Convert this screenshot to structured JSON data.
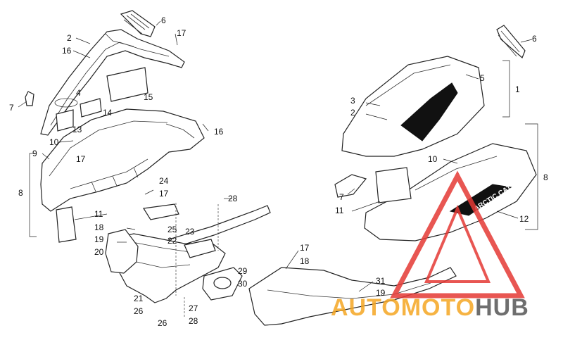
{
  "callouts": [
    {
      "id": "c6a",
      "text": "6"
    },
    {
      "id": "c17a",
      "text": "17"
    },
    {
      "id": "c2a",
      "text": "2"
    },
    {
      "id": "c16a",
      "text": "16"
    },
    {
      "id": "c4",
      "text": "4"
    },
    {
      "id": "c15",
      "text": "15"
    },
    {
      "id": "c7a",
      "text": "7"
    },
    {
      "id": "c14",
      "text": "14"
    },
    {
      "id": "c13",
      "text": "13"
    },
    {
      "id": "c16b",
      "text": "16"
    },
    {
      "id": "c10a",
      "text": "10"
    },
    {
      "id": "c9",
      "text": "9"
    },
    {
      "id": "c17b",
      "text": "17"
    },
    {
      "id": "c8a",
      "text": "8"
    },
    {
      "id": "c24",
      "text": "24"
    },
    {
      "id": "c17c",
      "text": "17"
    },
    {
      "id": "c28a",
      "text": "28"
    },
    {
      "id": "c11a",
      "text": "11"
    },
    {
      "id": "c18a",
      "text": "18"
    },
    {
      "id": "c25",
      "text": "25"
    },
    {
      "id": "c23",
      "text": "23"
    },
    {
      "id": "c19a",
      "text": "19"
    },
    {
      "id": "c22",
      "text": "22"
    },
    {
      "id": "c20",
      "text": "20"
    },
    {
      "id": "c29",
      "text": "29"
    },
    {
      "id": "c30",
      "text": "30"
    },
    {
      "id": "c21",
      "text": "21"
    },
    {
      "id": "c26a",
      "text": "26"
    },
    {
      "id": "c27",
      "text": "27"
    },
    {
      "id": "c26b",
      "text": "26"
    },
    {
      "id": "c28b",
      "text": "28"
    },
    {
      "id": "c6b",
      "text": "6"
    },
    {
      "id": "c5",
      "text": "5"
    },
    {
      "id": "c1",
      "text": "1"
    },
    {
      "id": "c3",
      "text": "3"
    },
    {
      "id": "c2b",
      "text": "2"
    },
    {
      "id": "c10b",
      "text": "10"
    },
    {
      "id": "c8b",
      "text": "8"
    },
    {
      "id": "c7b",
      "text": "7"
    },
    {
      "id": "c11b",
      "text": "11"
    },
    {
      "id": "c12",
      "text": "12"
    },
    {
      "id": "c17d",
      "text": "17"
    },
    {
      "id": "c18b",
      "text": "18"
    },
    {
      "id": "c31",
      "text": "31"
    },
    {
      "id": "c19b",
      "text": "19"
    }
  ],
  "decal_text": "ARCTIC CAT",
  "watermark": {
    "part1": "AUTO",
    "part2": "MOTO",
    "part3": "HUB",
    "color_orange": "#f5a623",
    "color_grey": "#555555",
    "color_red": "#e53935"
  }
}
